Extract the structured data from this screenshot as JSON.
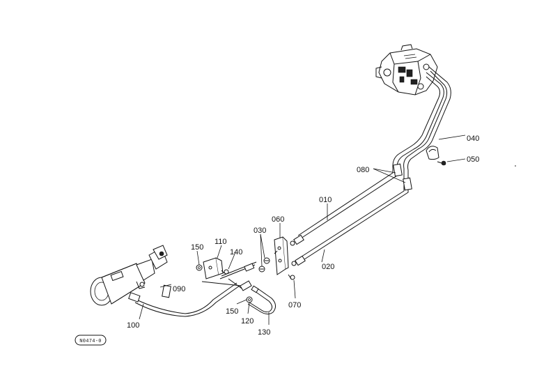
{
  "figure_code": "N0474-0",
  "parts": {
    "p010": "010",
    "p020": "020",
    "p030": "030",
    "p040": "040",
    "p050": "050",
    "p060": "060",
    "p070": "070",
    "p080": "080",
    "p090": "090",
    "p100": "100",
    "p110": "110",
    "p120": "120",
    "p130": "130",
    "p140": "140",
    "p150a": "150",
    "p150b": "150"
  }
}
